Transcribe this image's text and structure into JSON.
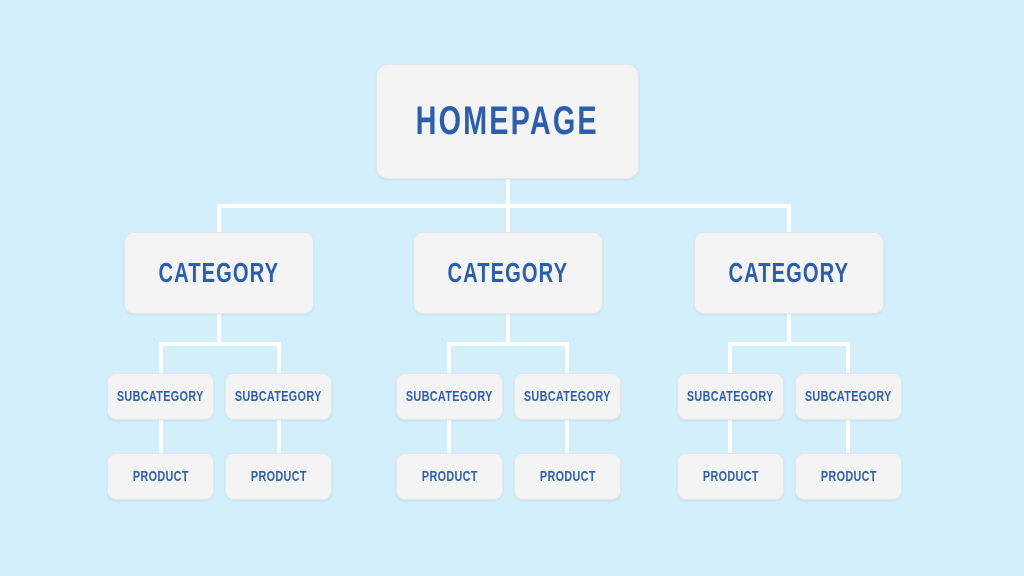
{
  "diagram": {
    "type": "site-hierarchy",
    "colors": {
      "background": "#d3effc",
      "box_fill": "#f4f4f5",
      "text": "#2d5eac",
      "connector": "#ffffff"
    },
    "root": {
      "label": "HOMEPAGE"
    },
    "categories": [
      {
        "label": "CATEGORY",
        "subcategories": [
          {
            "label": "SUBCATEGORY",
            "product": "PRODUCT"
          },
          {
            "label": "SUBCATEGORY",
            "product": "PRODUCT"
          }
        ]
      },
      {
        "label": "CATEGORY",
        "subcategories": [
          {
            "label": "SUBCATEGORY",
            "product": "PRODUCT"
          },
          {
            "label": "SUBCATEGORY",
            "product": "PRODUCT"
          }
        ]
      },
      {
        "label": "CATEGORY",
        "subcategories": [
          {
            "label": "SUBCATEGORY",
            "product": "PRODUCT"
          },
          {
            "label": "SUBCATEGORY",
            "product": "PRODUCT"
          }
        ]
      }
    ]
  }
}
